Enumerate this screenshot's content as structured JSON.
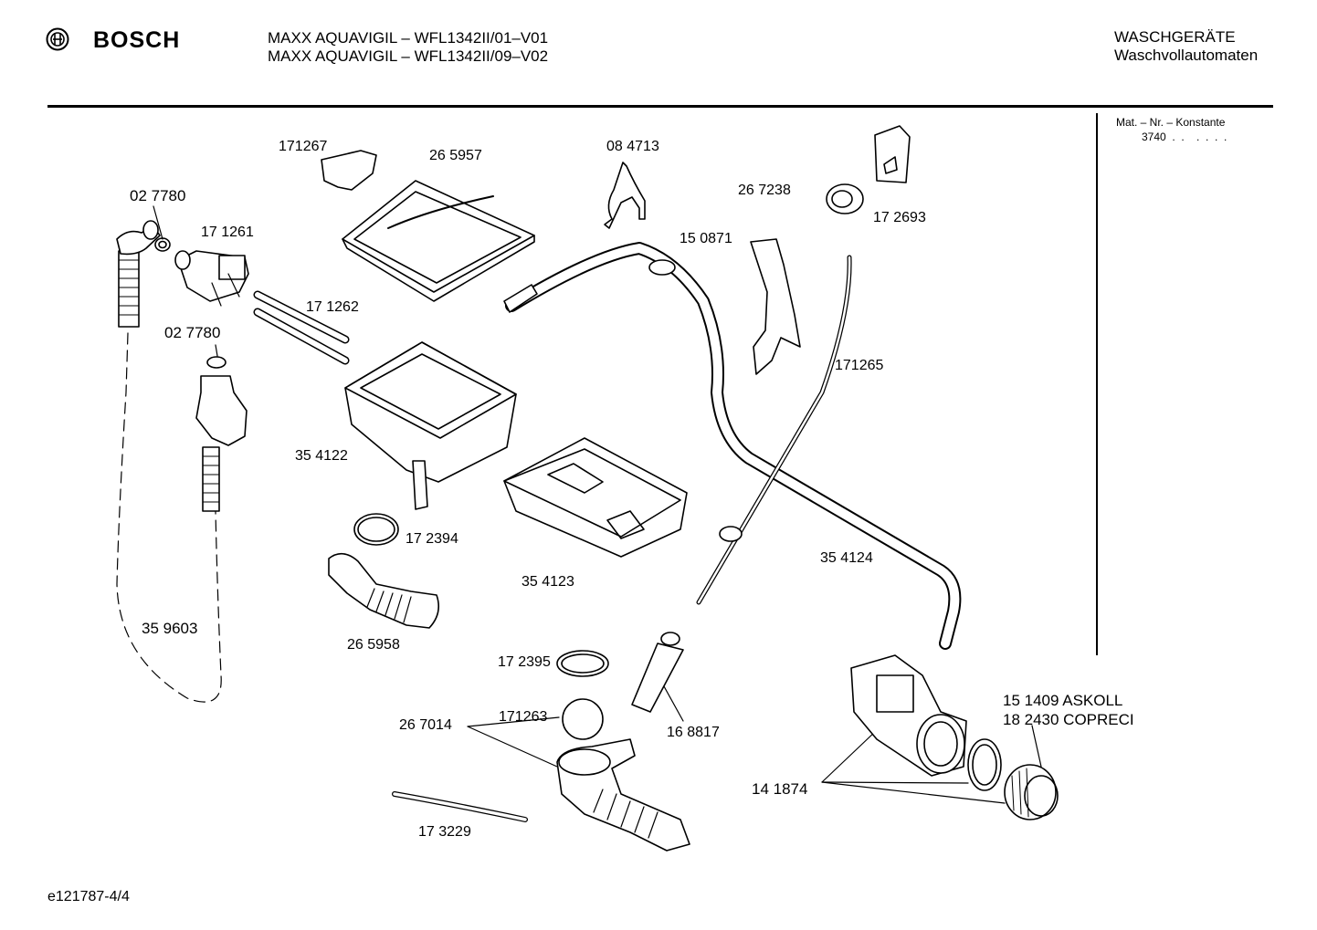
{
  "header": {
    "brand": "BOSCH",
    "model_line_1": "MAXX AQUAVIGIL – WFL1342II/01–V01",
    "model_line_2": "MAXX AQUAVIGIL – WFL1342II/09–V02",
    "category_line_1": "WASCHGERÄTE",
    "category_line_2": "Waschvollautomaten"
  },
  "material_box": {
    "line_1": "Mat. – Nr. – Konstante",
    "line_2": "3740  .  .    .  .  .  ."
  },
  "parts": [
    {
      "label": "171267"
    },
    {
      "label": "26 5957"
    },
    {
      "label": "08 4713"
    },
    {
      "label": "26 7238"
    },
    {
      "label": "17 2693"
    },
    {
      "label": "02 7780"
    },
    {
      "label": "17 1261"
    },
    {
      "label": "15 0871"
    },
    {
      "label": "17 1262"
    },
    {
      "label": "02 7780"
    },
    {
      "label": "171265"
    },
    {
      "label": "35 4122"
    },
    {
      "label": "17 2394"
    },
    {
      "label": "35 4123"
    },
    {
      "label": "35 4124"
    },
    {
      "label": "35 9603"
    },
    {
      "label": "26 5958"
    },
    {
      "label": "17 2395"
    },
    {
      "label": "171263"
    },
    {
      "label": "26 7014"
    },
    {
      "label": "16 8817"
    },
    {
      "label": "15 1409  ASKOLL"
    },
    {
      "label": "18 2430  COPRECI"
    },
    {
      "label": "14 1874"
    },
    {
      "label": "17 3229"
    }
  ],
  "footer": {
    "code": "e121787-4/4"
  }
}
